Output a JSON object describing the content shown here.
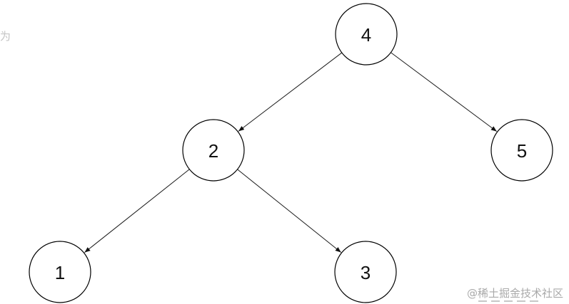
{
  "corner_text": "为",
  "watermark": "@稀土掘金技术社区",
  "tree": {
    "nodes": [
      {
        "id": "n4",
        "label": "4"
      },
      {
        "id": "n2",
        "label": "2"
      },
      {
        "id": "n5",
        "label": "5"
      },
      {
        "id": "n1",
        "label": "1"
      },
      {
        "id": "n3",
        "label": "3"
      }
    ],
    "edges": [
      {
        "from": "n4",
        "to": "n2"
      },
      {
        "from": "n4",
        "to": "n5"
      },
      {
        "from": "n2",
        "to": "n1"
      },
      {
        "from": "n2",
        "to": "n3"
      }
    ]
  }
}
